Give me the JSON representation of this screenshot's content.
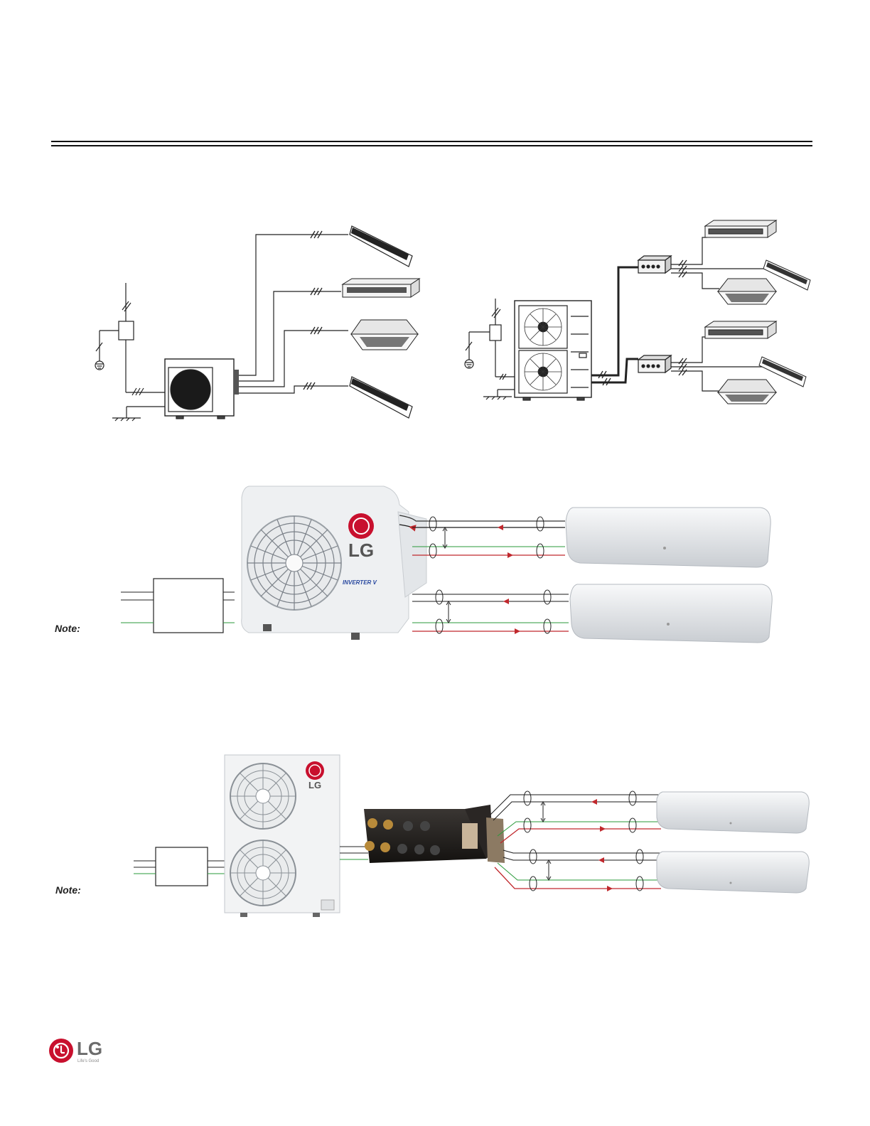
{
  "header": {
    "rule_style": "double"
  },
  "colors": {
    "liquid_line": "#1a1a1a",
    "gas_line": "#c0282d",
    "comm_line": "#2a9a3a",
    "lg_red": "#c8102e",
    "unit_body": "#eef0f2",
    "pipe_black": "#1a1a1a"
  },
  "diagrams": {
    "diagram3": {
      "note_label": "Note:"
    },
    "diagram4": {
      "note_label": "Note:"
    }
  },
  "icons": [
    "outdoor-unit-icon",
    "wall-mounted-unit-icon",
    "ducted-unit-icon",
    "cassette-unit-icon",
    "branch-distribution-box-icon",
    "ground-symbol-icon",
    "disconnect-switch-icon"
  ],
  "footer": {
    "brand": "LG",
    "tagline": "Life's Good"
  }
}
